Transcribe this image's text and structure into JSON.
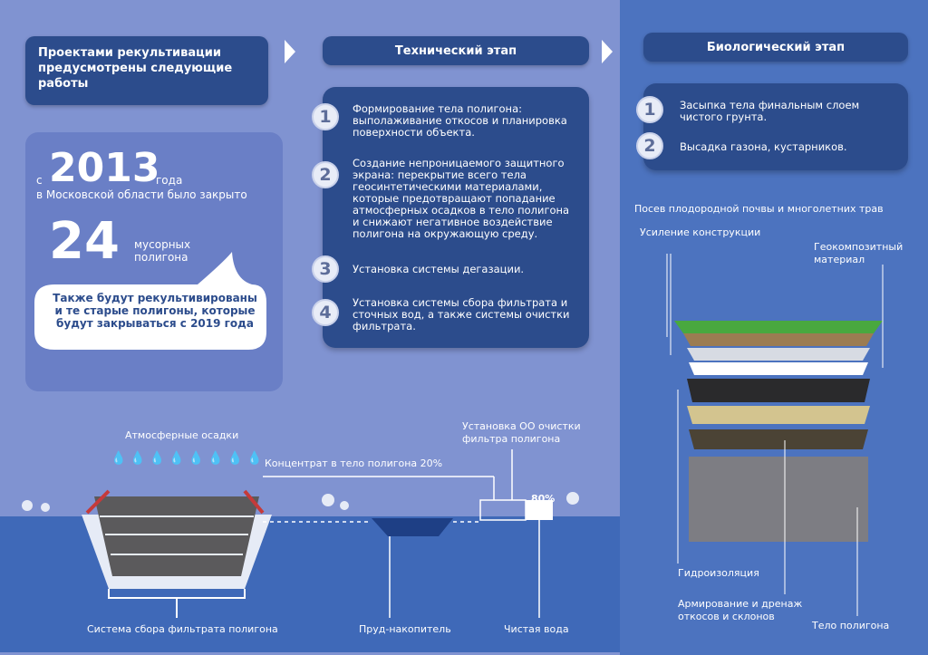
{
  "intro": {
    "title": "Проектами рекультивации предусмотрены следующие работы"
  },
  "technical": {
    "header": "Технический этап",
    "steps": [
      {
        "num": "1",
        "text": "Формирование тела полигона: выполаживание откосов и планировка поверхности объекта."
      },
      {
        "num": "2",
        "text": "Создание непроницаемого защитного экрана: перекрытие всего тела геосинтетическими материалами, которые предотвращают попадание атмосферных осадков в тело полигона и снижают негативное воздействие полигона на окружающую среду."
      },
      {
        "num": "3",
        "text": "Установка системы дегазации."
      },
      {
        "num": "4",
        "text": "Установка системы сбора фильтрата и сточных вод, а также системы очистки фильтрата."
      }
    ]
  },
  "biological": {
    "header": "Биологический этап",
    "steps": [
      {
        "num": "1",
        "text": "Засыпка тела финальным слоем чистого грунта."
      },
      {
        "num": "2",
        "text": "Высадка газона, кустарников."
      }
    ]
  },
  "stats": {
    "since_prefix": "с",
    "year": "2013",
    "year_suffix": "года",
    "region": "в Московской области было закрыто",
    "count": "24",
    "count_label_1": "мусорных",
    "count_label_2": "полигона",
    "bubble_text": "Также будут рекультивированы и те старые полигоны, которые будут закрываться",
    "bubble_highlight": "с 2019 года"
  },
  "diagram": {
    "precip": "Атмосферные осадки",
    "concentrate": "Концентрат в тело полигона 20%",
    "ro_plant_1": "Установка ОО очистки",
    "ro_plant_2": "фильтра полигона",
    "percent": "80%",
    "leachate": "Система сбора фильтрата полигона",
    "pond": "Пруд-накопитель",
    "clean_water": "Чистая вода"
  },
  "layers": {
    "topsoil": "Посев плодородной почвы и многолетних трав",
    "reinforce": "Усиление конструкции",
    "geocomposite_1": "Геокомпозитный",
    "geocomposite_2": "материал",
    "waterproof": "Гидроизоляция",
    "drain_1": "Армирование и дренаж",
    "drain_2": "откосов и склонов",
    "body": "Тело полигона"
  }
}
